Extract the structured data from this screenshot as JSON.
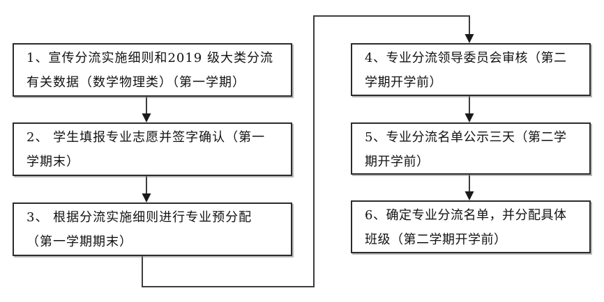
{
  "diagram": {
    "type": "flowchart",
    "steps": [
      {
        "lines": [
          "1、宣传分流实施细则和2019 级大类分流",
          "有关数据（数学物理类）（第一学期）"
        ]
      },
      {
        "lines": [
          "2、 学生填报专业志愿并签字确认（第一",
          "学期末）"
        ]
      },
      {
        "lines": [
          "3、 根据分流实施细则进行专业预分配",
          "（第一学期期末）"
        ]
      },
      {
        "lines": [
          "4、专业分流领导委员会审核（第二",
          "学期开学前）"
        ]
      },
      {
        "lines": [
          "5、专业分流名单公示三天（第二学",
          "期开学前）"
        ]
      },
      {
        "lines": [
          "6、确定专业分流名单，并分配具体",
          "班级（第二学期开学前）"
        ]
      }
    ],
    "colors": {
      "background": "#ffffff",
      "border": "#2b2b2b",
      "line": "#3c3c3c",
      "arrowhead": "#1a1a1a",
      "text": "#111111"
    }
  }
}
